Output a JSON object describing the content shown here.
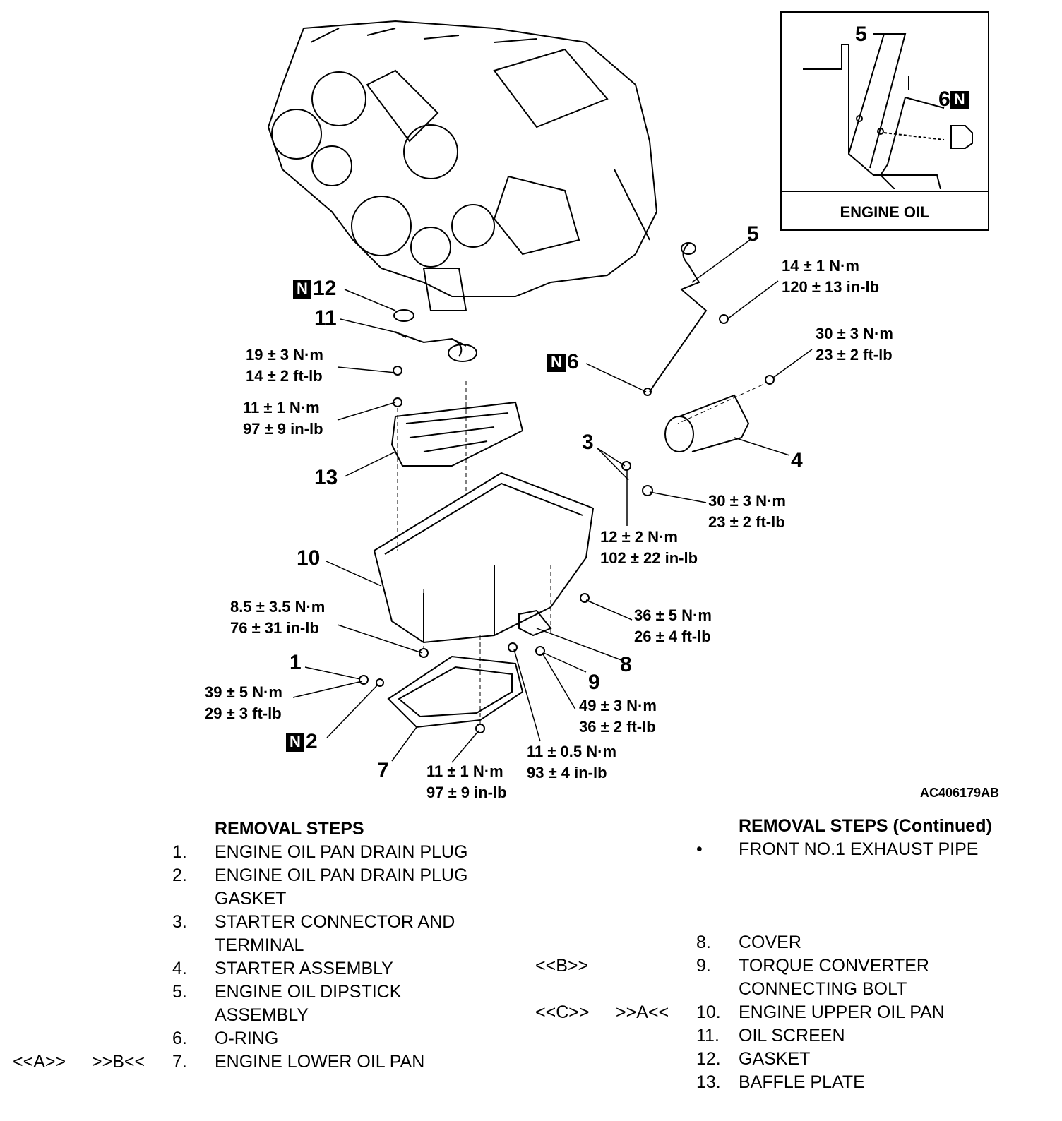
{
  "inset": {
    "caption": "ENGINE OIL",
    "callout_5": "5",
    "callout_6": "6",
    "n_mark": "N"
  },
  "figure_id": "AC406179AB",
  "callouts": {
    "c1": "1",
    "c2": "2",
    "c3": "3",
    "c4": "4",
    "c5": "5",
    "c6": "6",
    "c7": "7",
    "c8": "8",
    "c9": "9",
    "c10": "10",
    "c11": "11",
    "c12": "12",
    "c13": "13",
    "n_mark": "N"
  },
  "torques": {
    "t1a": "14 ± 1 N·m",
    "t1b": "120 ± 13 in-lb",
    "t2a": "30 ± 3 N·m",
    "t2b": "23 ± 2 ft-lb",
    "t3a": "19 ± 3 N·m",
    "t3b": "14 ± 2 ft-lb",
    "t4a": "11 ± 1 N·m",
    "t4b": "97 ± 9 in-lb",
    "t5a": "30 ± 3 N·m",
    "t5b": "23 ± 2 ft-lb",
    "t6a": "12 ± 2 N·m",
    "t6b": "102 ± 22 in-lb",
    "t7a": "8.5 ± 3.5 N·m",
    "t7b": "76 ± 31 in-lb",
    "t8a": "36 ± 5 N·m",
    "t8b": "26 ± 4 ft-lb",
    "t9a": "39 ± 5 N·m",
    "t9b": "29 ± 3 ft-lb",
    "t10a": "49 ± 3 N·m",
    "t10b": "36 ± 2 ft-lb",
    "t11a": "11 ± 0.5 N·m",
    "t11b": "93 ± 4 in-lb",
    "t12a": "11 ± 1 N·m",
    "t12b": "97 ± 9 in-lb"
  },
  "steps_left": {
    "heading": "REMOVAL STEPS",
    "rows": [
      {
        "tag1": "",
        "tag2": "",
        "num": "1.",
        "text": "ENGINE OIL PAN DRAIN PLUG"
      },
      {
        "tag1": "",
        "tag2": "",
        "num": "2.",
        "text": "ENGINE OIL PAN DRAIN PLUG"
      },
      {
        "tag1": "",
        "tag2": "",
        "num": "",
        "text": "GASKET"
      },
      {
        "tag1": "",
        "tag2": "",
        "num": "3.",
        "text": "STARTER CONNECTOR AND"
      },
      {
        "tag1": "",
        "tag2": "",
        "num": "",
        "text": "TERMINAL"
      },
      {
        "tag1": "",
        "tag2": "",
        "num": "4.",
        "text": "STARTER ASSEMBLY"
      },
      {
        "tag1": "",
        "tag2": "",
        "num": "5.",
        "text": "ENGINE OIL DIPSTICK"
      },
      {
        "tag1": "",
        "tag2": "",
        "num": "",
        "text": "ASSEMBLY"
      },
      {
        "tag1": "",
        "tag2": "",
        "num": "6.",
        "text": "O-RING"
      },
      {
        "tag1": "<<A>>",
        "tag2": ">>B<<",
        "num": "7.",
        "text": "ENGINE LOWER OIL PAN"
      }
    ]
  },
  "steps_right": {
    "heading": "REMOVAL STEPS (Continued)",
    "rows": [
      {
        "tag1": "",
        "tag2": "",
        "num": "•",
        "text": "FRONT NO.1 EXHAUST PIPE"
      },
      {
        "tag1": "",
        "tag2": "",
        "num": "",
        "text": ""
      },
      {
        "tag1": "",
        "tag2": "",
        "num": "",
        "text": ""
      },
      {
        "tag1": "",
        "tag2": "",
        "num": "",
        "text": ""
      },
      {
        "tag1": "",
        "tag2": "",
        "num": "8.",
        "text": "COVER"
      },
      {
        "tag1": "<<B>>",
        "tag2": "",
        "num": "9.",
        "text": "TORQUE CONVERTER"
      },
      {
        "tag1": "",
        "tag2": "",
        "num": "",
        "text": "CONNECTING BOLT"
      },
      {
        "tag1": "<<C>>",
        "tag2": ">>A<<",
        "num": "10.",
        "text": "ENGINE UPPER OIL PAN"
      },
      {
        "tag1": "",
        "tag2": "",
        "num": "11.",
        "text": "OIL SCREEN"
      },
      {
        "tag1": "",
        "tag2": "",
        "num": "12.",
        "text": "GASKET"
      },
      {
        "tag1": "",
        "tag2": "",
        "num": "13.",
        "text": "BAFFLE PLATE"
      }
    ]
  }
}
